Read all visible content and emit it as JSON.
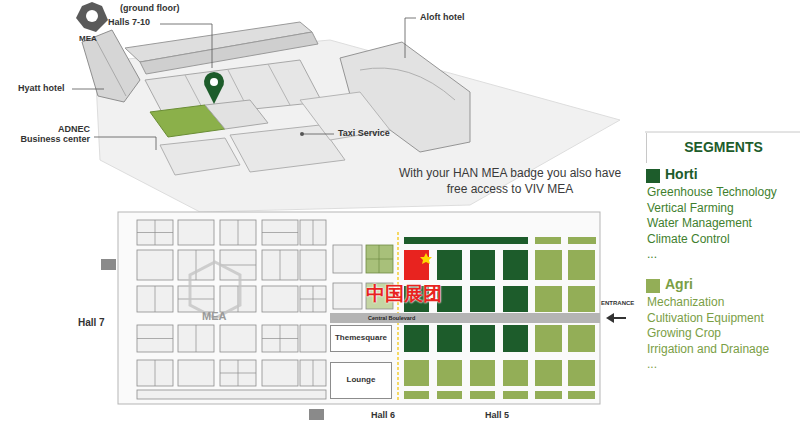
{
  "diagram": {
    "nodes": [
      {
        "text": [
          "SEGMENTS"
        ]
      },
      {
        "text": [
          "Central Boulevard"
        ]
      },
      {
        "text": [
          "Themesquare"
        ]
      },
      {
        "text": [
          "Lounge"
        ]
      }
    ],
    "labels": [
      "(ground floor)",
      "Halls 7-10",
      "MEA",
      "Hyatt hotel",
      "ADNEC Business center",
      "Aloft hotel",
      "Taxi Service",
      "With your HAN MEA badge you also have free access to VIV MEA",
      "Greenhouse Technology",
      "Vertical Farming",
      "Water Management",
      "Climate Control",
      "...",
      "Mechanization",
      "Cultivation Equipment",
      "Growing Crop",
      "Irrigation and Drainage",
      "...",
      "Hall 7",
      "MEA",
      "中国展团",
      "ENTRANCE",
      "Hall 6",
      "Hall 5"
    ],
    "legend": [
      {
        "text": "Horti",
        "color": "#1d5c2b"
      },
      {
        "text": "Agri",
        "color": "#93ae57"
      }
    ]
  }
}
